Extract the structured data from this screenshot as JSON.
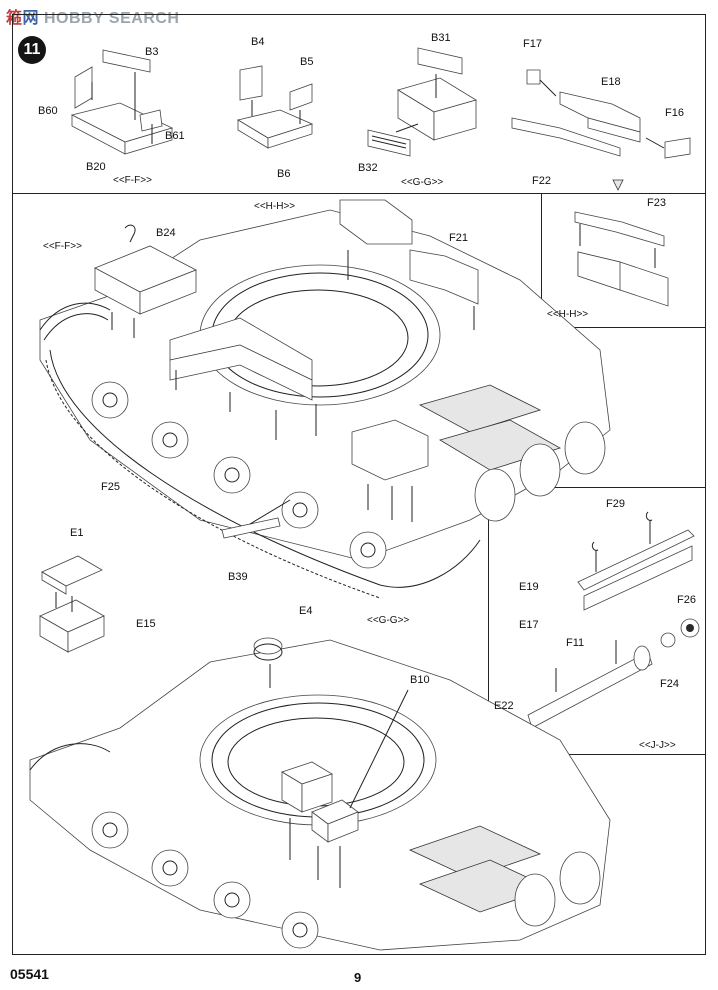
{
  "watermark": {
    "cn1": "篐",
    "cn2": "网",
    "en": "HOBBY SEARCH"
  },
  "step_number": "11",
  "footer": {
    "code": "05541",
    "page": "9"
  },
  "sections": {
    "ff_top": "<<F-F>>",
    "gg_top": "<<G-G>>",
    "hh_box": "<<H-H>>",
    "hh_main": "<<H-H>>",
    "ff_main": "<<F-F>>",
    "gg_main": "<<G-G>>",
    "jj_box": "<<J-J>>"
  },
  "parts": {
    "b3": "B3",
    "b60": "B60",
    "b61": "B61",
    "b20": "B20",
    "b4": "B4",
    "b5": "B5",
    "b6": "B6",
    "b31": "B31",
    "b32": "B32",
    "f17": "F17",
    "e18": "E18",
    "f16": "F16",
    "f22": "F22",
    "f23": "F23",
    "b24": "B24",
    "f21": "F21",
    "f25": "F25",
    "b39": "B39",
    "e1": "E1",
    "e15": "E15",
    "e4": "E4",
    "b10": "B10",
    "f29": "F29",
    "e19": "E19",
    "e17": "E17",
    "f26": "F26",
    "f11": "F11",
    "f24": "F24",
    "e22": "E22"
  }
}
